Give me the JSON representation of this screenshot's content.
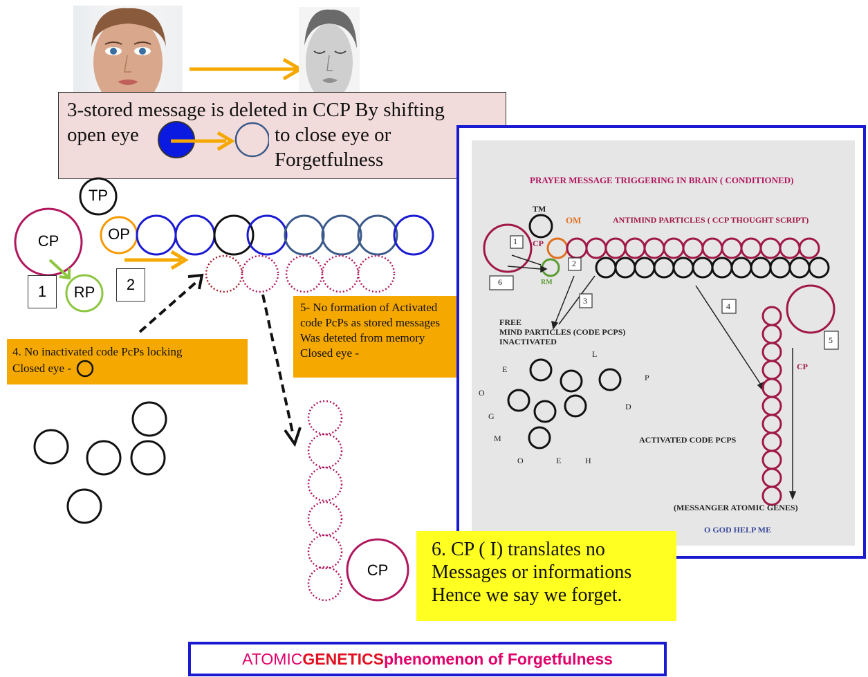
{
  "box3": {
    "line1": "3-stored message is deleted in CCP  By shifting",
    "line2a": "open eye",
    "line2b": "to close eye or",
    "line3": "Forgetfulness"
  },
  "labels": {
    "tp": "TP",
    "op": "OP",
    "cp_left": "CP",
    "rp": "RP",
    "num1": "1",
    "num2": "2",
    "cp_bottom": "CP"
  },
  "note4": {
    "line1": "4.  No inactivated code PcPs locking",
    "line2": "Closed eye -"
  },
  "note5": {
    "line1": "5- No  formation of  Activated",
    "line2": " code PcPs as stored messages",
    "line3": "Was deteted from memory",
    "line4": "Closed eye -"
  },
  "note6": {
    "line1": "6. CP ( I)  translates  no",
    "line2": "Messages or informations",
    "line3": "Hence we say we forget."
  },
  "panel": {
    "title": "PRAYER MESSAGE  TRIGGERING IN BRAIN ( CONDITIONED)",
    "tm": "TM",
    "om": "OM",
    "antimind": "ANTIMIND PARTICLES  ( CCP  THOUGHT SCRIPT)",
    "cp": "CP",
    "rm": "RM",
    "n1": "1",
    "n2": "2",
    "n3": "3",
    "n4": "4",
    "n5": "5",
    "n6": "6",
    "free1": "FREE",
    "free2": "MIND   PARTICLES (CODE PCPS)",
    "free3": "INACTIVATED",
    "cp_right": "CP",
    "activated": "ACTIVATED CODE PCPS",
    "messanger": "(MESSANGER ATOMIC GENES)",
    "ogod": "O GOD HELP ME",
    "letters": [
      "E",
      "L",
      "O",
      "P",
      "G",
      "D",
      "M",
      "O",
      "E",
      "H"
    ]
  },
  "banner": {
    "part1": "ATOMIC ",
    "part2": "GENETICS",
    "part3": " phenomenon of  Forgetfulness"
  },
  "colors": {
    "blue": "#1a1ad1",
    "crimson": "#b0175e",
    "orange": "#f5a800",
    "yellow": "#ffff22",
    "pink_box": "#f2dcdb",
    "green": "#8cc63f"
  }
}
